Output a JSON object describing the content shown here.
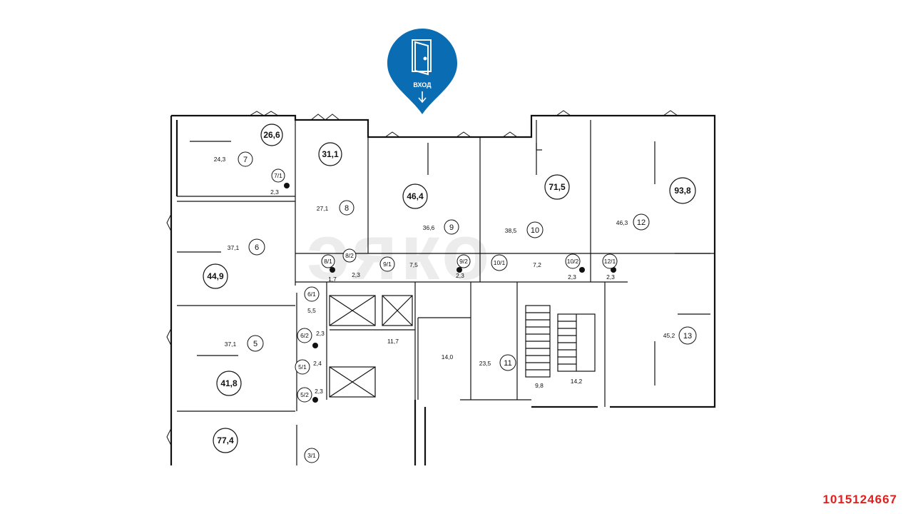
{
  "entrance": {
    "label": "ВХОД",
    "color": "#0a6db3"
  },
  "listing_id": "1015124667",
  "watermark": "эяко",
  "rooms": [
    {
      "id": "7",
      "area": "24,3",
      "total": "26,6"
    },
    {
      "id": "7/1",
      "area": "2,3"
    },
    {
      "id": "8",
      "area": "27,1",
      "total": "31,1"
    },
    {
      "id": "8/1",
      "area": "1,7"
    },
    {
      "id": "8/2",
      "area": "2,3"
    },
    {
      "id": "9",
      "area": "36,6",
      "total": "46,4"
    },
    {
      "id": "9/1",
      "area": "7,5"
    },
    {
      "id": "9/2",
      "area": "2,3"
    },
    {
      "id": "10",
      "area": "38,5",
      "total": "71,5"
    },
    {
      "id": "10/1",
      "area": "7,2"
    },
    {
      "id": "10/2",
      "area": "2,3"
    },
    {
      "id": "12",
      "area": "46,3",
      "total": "93,8"
    },
    {
      "id": "12/1",
      "area": "2,3"
    },
    {
      "id": "6",
      "area": "37,1",
      "total": "44,9"
    },
    {
      "id": "6/1",
      "area": "5,5"
    },
    {
      "id": "6/2",
      "area": "2,3"
    },
    {
      "id": "5",
      "area": "37,1",
      "total": "41,8"
    },
    {
      "id": "5/1",
      "area": "2,4"
    },
    {
      "id": "5/2",
      "area": "2,3"
    },
    {
      "id": "13",
      "area": "45,2"
    },
    {
      "id": "11",
      "area": "23,5"
    },
    {
      "id": "3/1"
    }
  ],
  "areas": {
    "hall": "11,7",
    "room_14": "14,0",
    "stair1": "9,8",
    "stair2": "14,2",
    "total_77": "77,4"
  }
}
